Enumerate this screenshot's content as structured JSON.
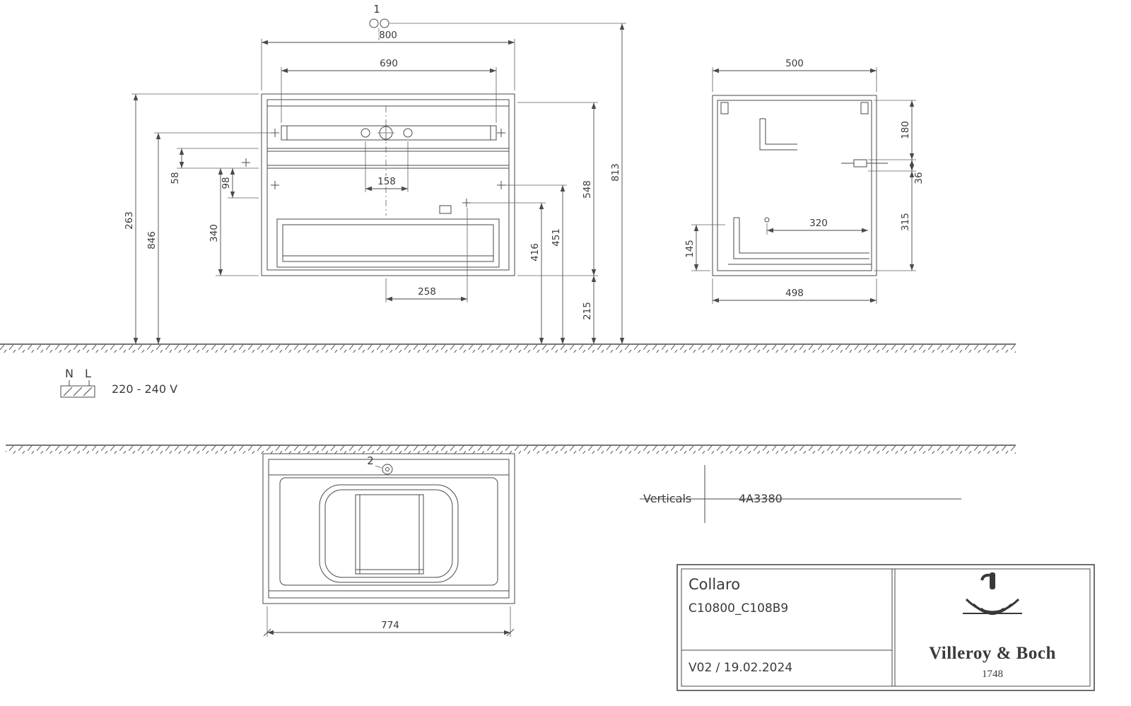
{
  "drawing": {
    "front_view": {
      "callout": "1",
      "dims": {
        "width_outer": "800",
        "width_inner": "690",
        "height_left_outer": "263",
        "height_left_inner": "846",
        "gap_top": "58",
        "gap_mid": "98",
        "drawer_front": "340",
        "tap_hole_spacing": "158",
        "cutout_width": "258",
        "right_a": "416",
        "right_b": "451",
        "cabinet_height": "548",
        "floor_offset": "215",
        "overall_height": "813"
      }
    },
    "side_view": {
      "dims": {
        "depth_top": "500",
        "front_top": "180",
        "gap": "36",
        "front_bottom": "315",
        "drawer_depth": "320",
        "recess_height": "145",
        "depth_bottom": "498"
      }
    },
    "top_view": {
      "callout": "2",
      "dims": {
        "width": "774"
      }
    },
    "electrical": {
      "terminal_n": "N",
      "terminal_l": "L",
      "voltage": "220 - 240 V"
    },
    "reference_table": {
      "label": "Verticals",
      "value": "4A3380"
    }
  },
  "title_block": {
    "product": "Collaro",
    "article_code": "C10800_C108B9",
    "revision": "V02 / 19.02.2024",
    "brand": "Villeroy & Boch",
    "brand_year": "1748"
  }
}
